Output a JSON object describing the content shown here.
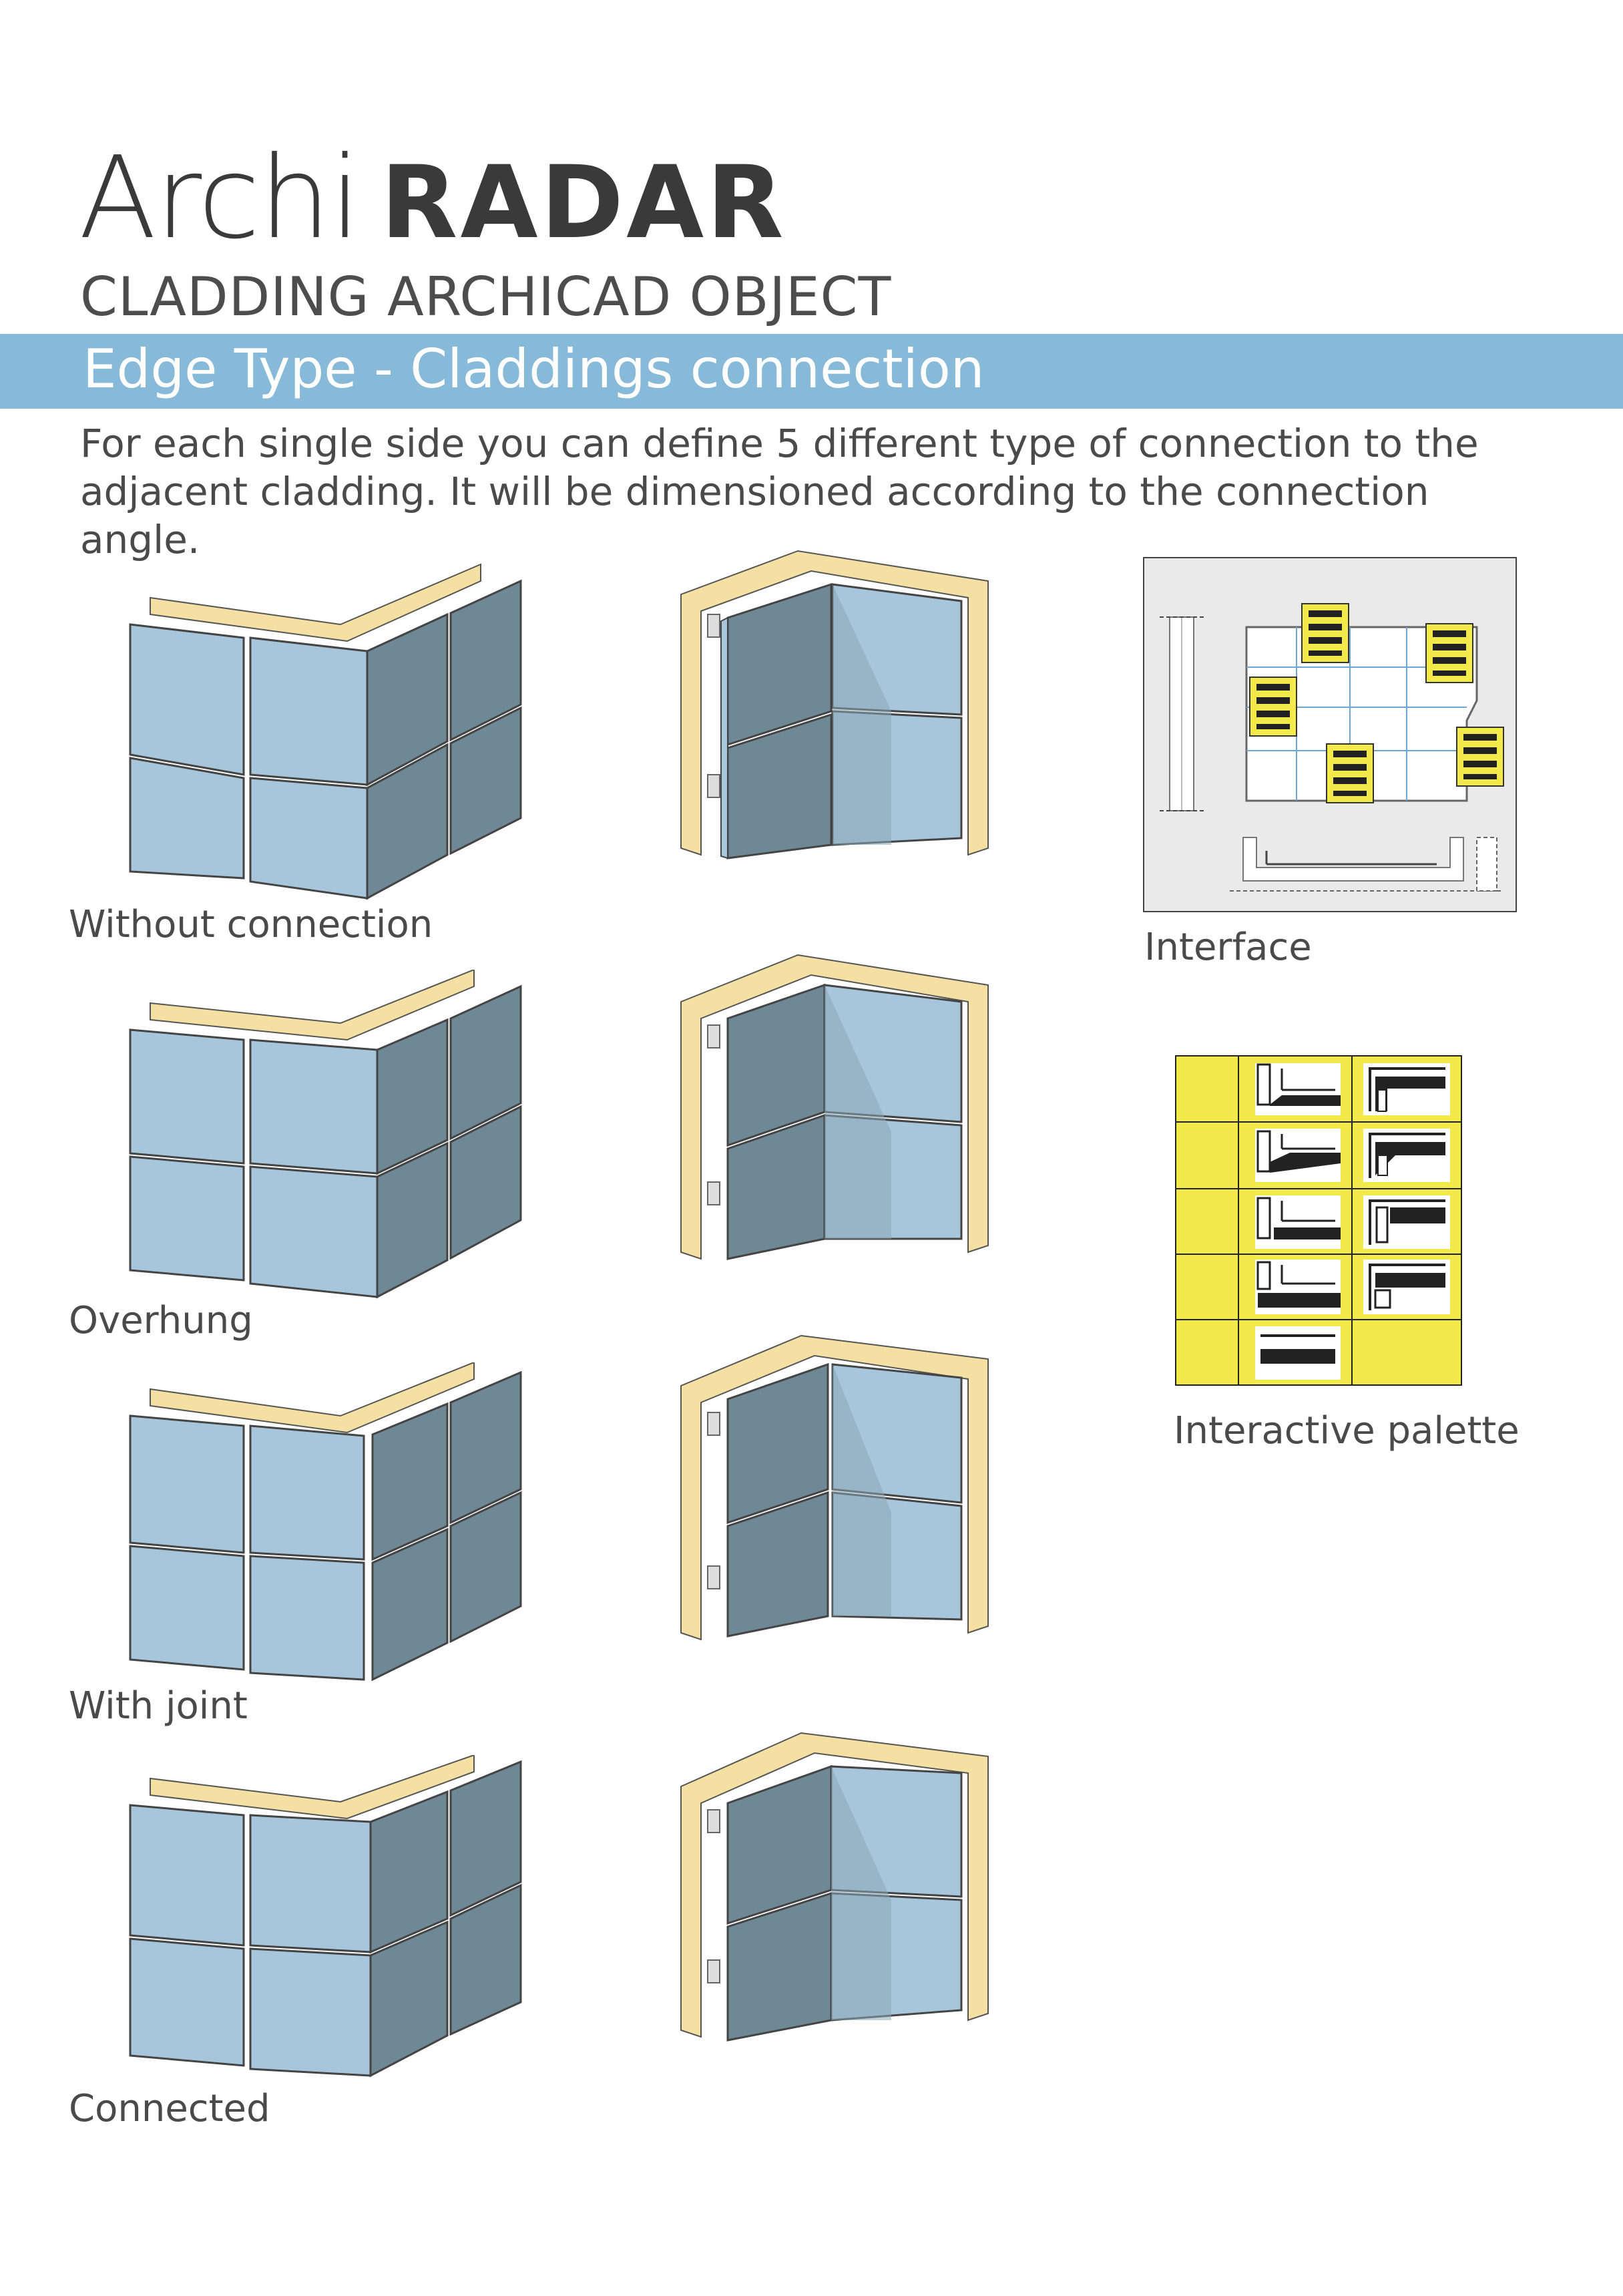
{
  "brand": {
    "prefix": "Archi",
    "name": "RADAR"
  },
  "subtitle": "CLADDING ARCHICAD OBJECT",
  "banner_title": "Edge Type - Claddings connection",
  "intro_text": "For each single side you can define 5 different type of connection to the adjacent cladding. It will be dimensioned according to the connection angle.",
  "rows": [
    {
      "caption": "Without connection",
      "variant": "without"
    },
    {
      "caption": "Overhung",
      "variant": "overhung"
    },
    {
      "caption": "With joint",
      "variant": "joint"
    },
    {
      "caption": "Connected",
      "variant": "connected"
    }
  ],
  "interface": {
    "caption": "Interface"
  },
  "palette": {
    "caption": "Interactive palette",
    "rows": 5,
    "columns": 3
  },
  "colors": {
    "banner": "#87b9d8",
    "panel_front": "#a8c6db",
    "panel_side": "#6e8895",
    "wall": "#f4e0a2",
    "palette": "#f2ea4b",
    "text": "#4a4a4a"
  }
}
